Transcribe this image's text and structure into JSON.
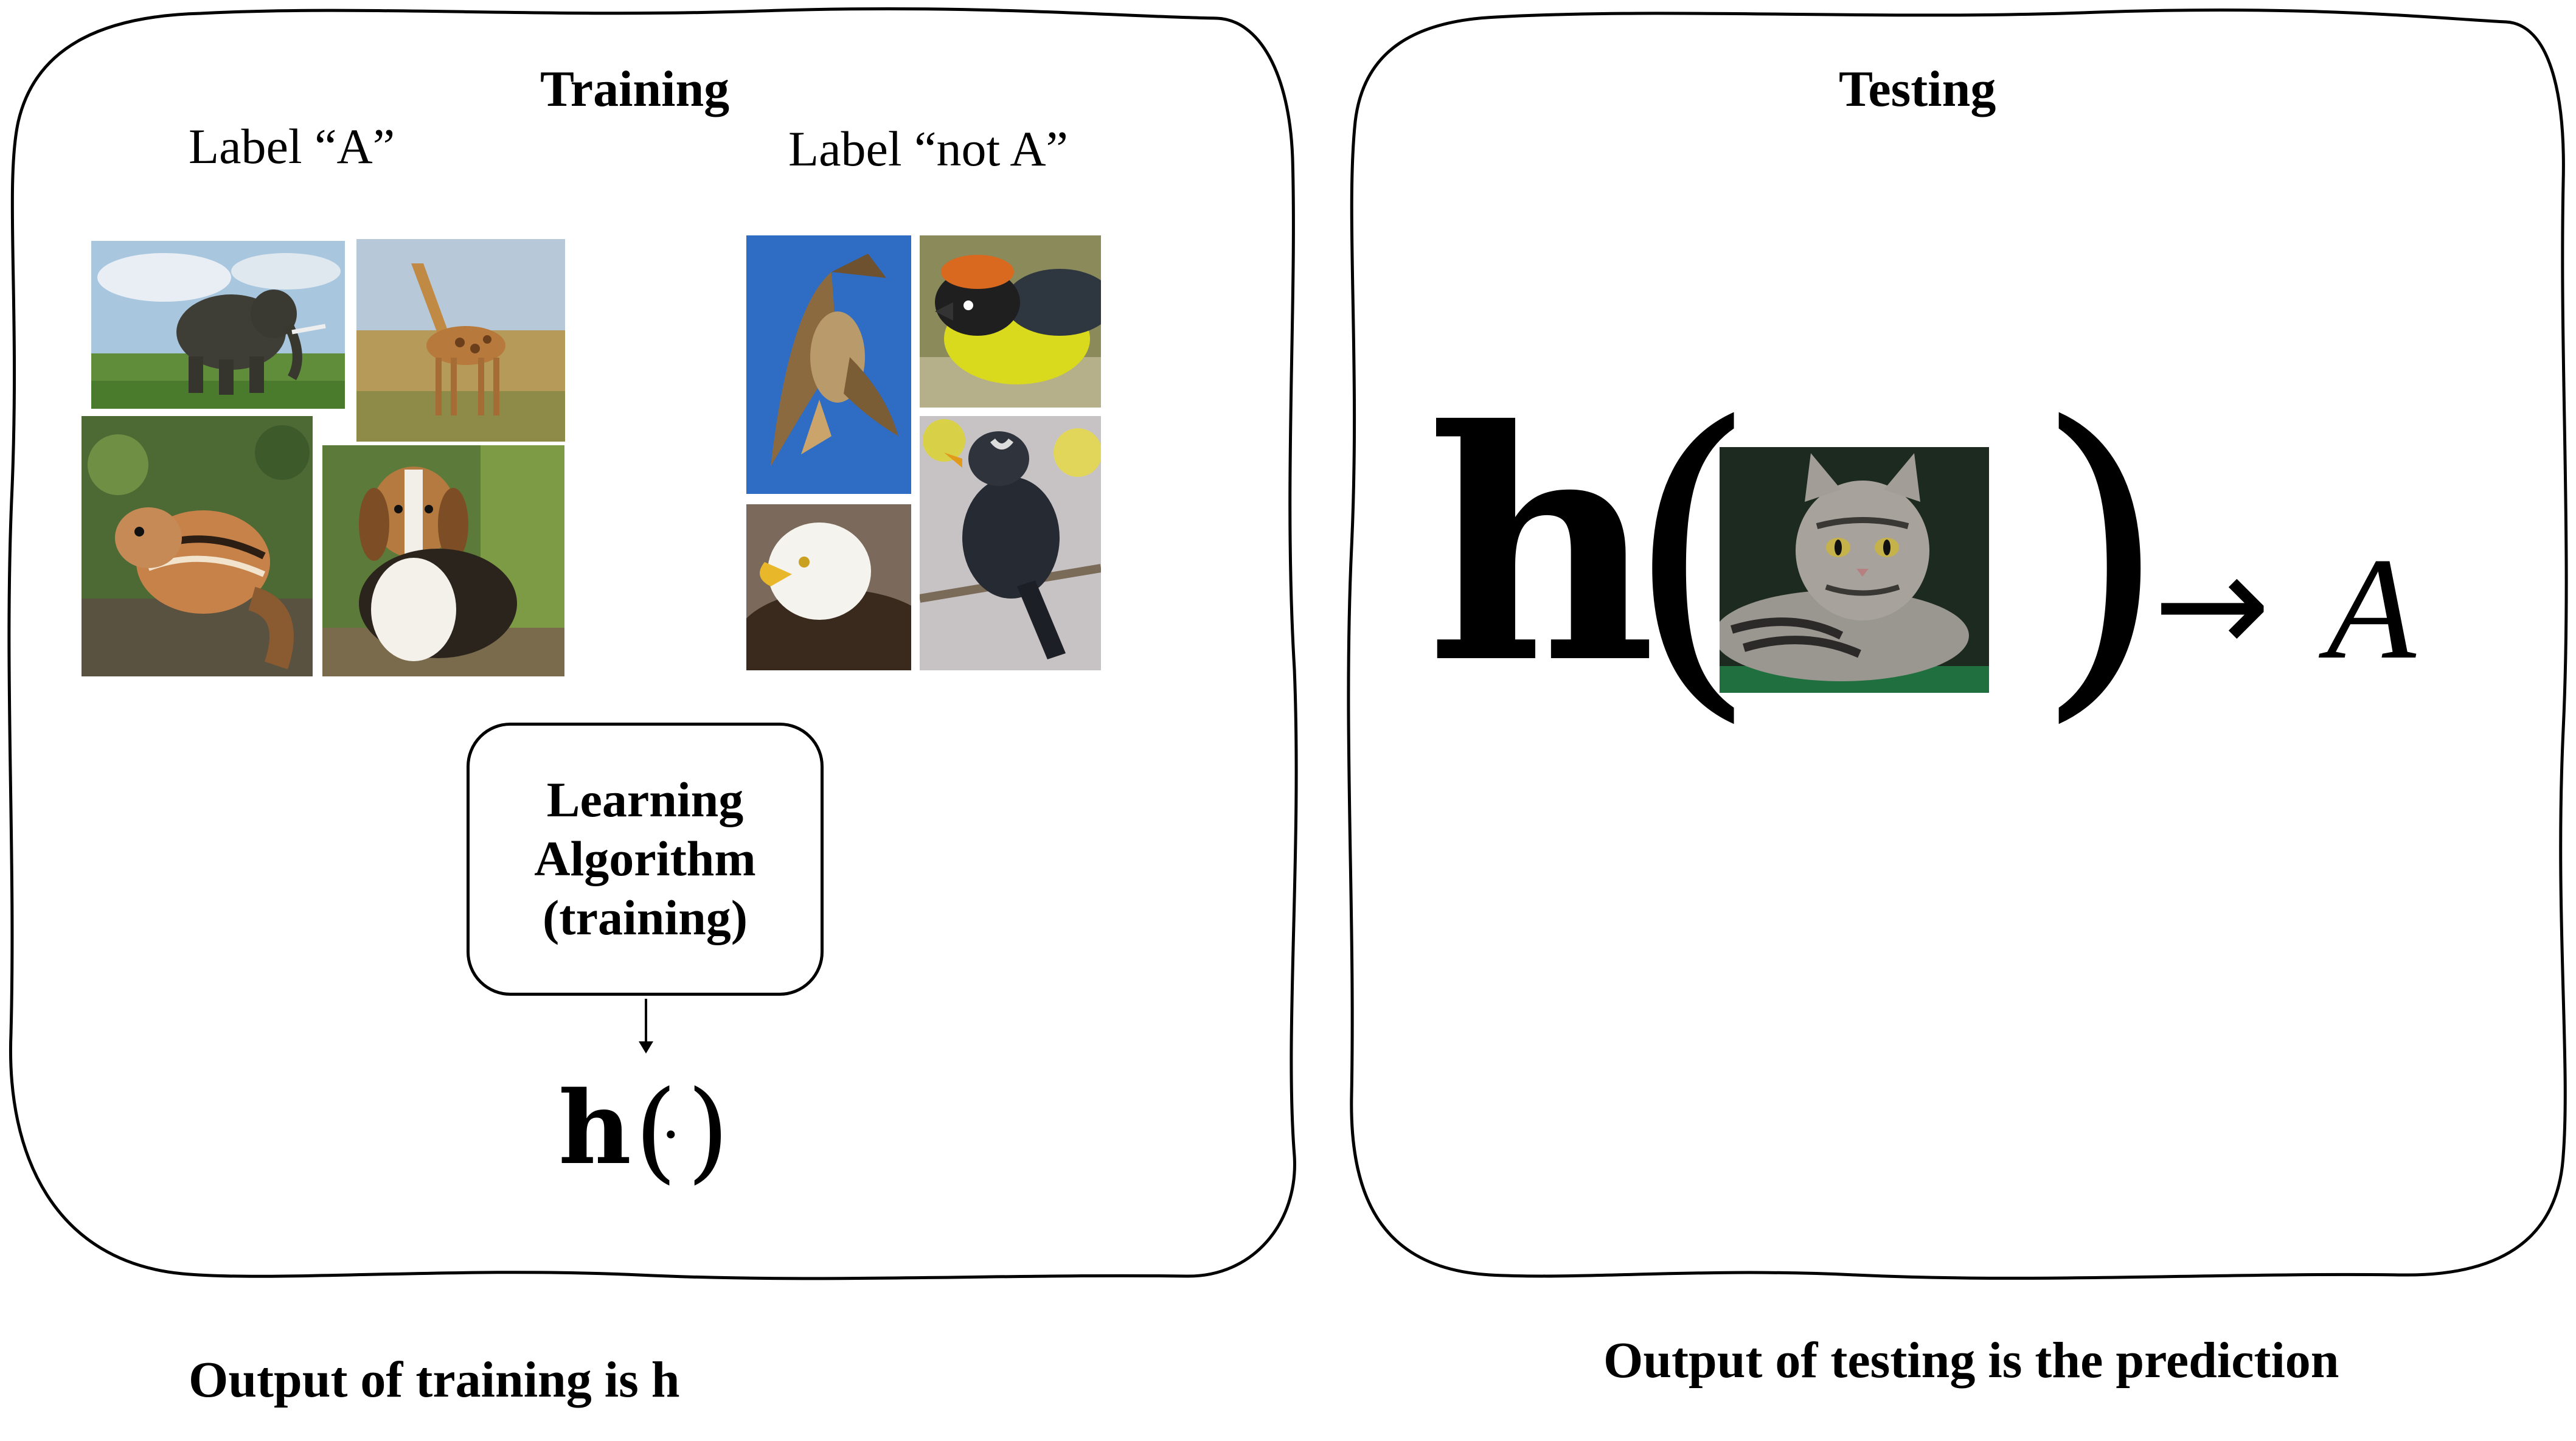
{
  "training": {
    "title": "Training",
    "label_a": "Label “A”",
    "label_not_a": "Label “not A”",
    "photos_a": [
      "elephant",
      "giraffe",
      "chipmunk",
      "beagle"
    ],
    "photos_not_a": [
      "hawk",
      "yellow-bird",
      "bald-eagle",
      "black-bird"
    ],
    "algorithm_lines": [
      "Learning",
      "Algorithm",
      "(training)"
    ],
    "output_h": "h",
    "output_paren_open": "(",
    "output_dot": "·",
    "output_paren_close": ")",
    "caption": "Output of training is h"
  },
  "testing": {
    "title": "Testing",
    "h": "h",
    "paren_open": "(",
    "test_photo": "cat",
    "paren_close": ")",
    "arrow": "→",
    "prediction": "A",
    "caption": "Output of testing is the prediction"
  }
}
